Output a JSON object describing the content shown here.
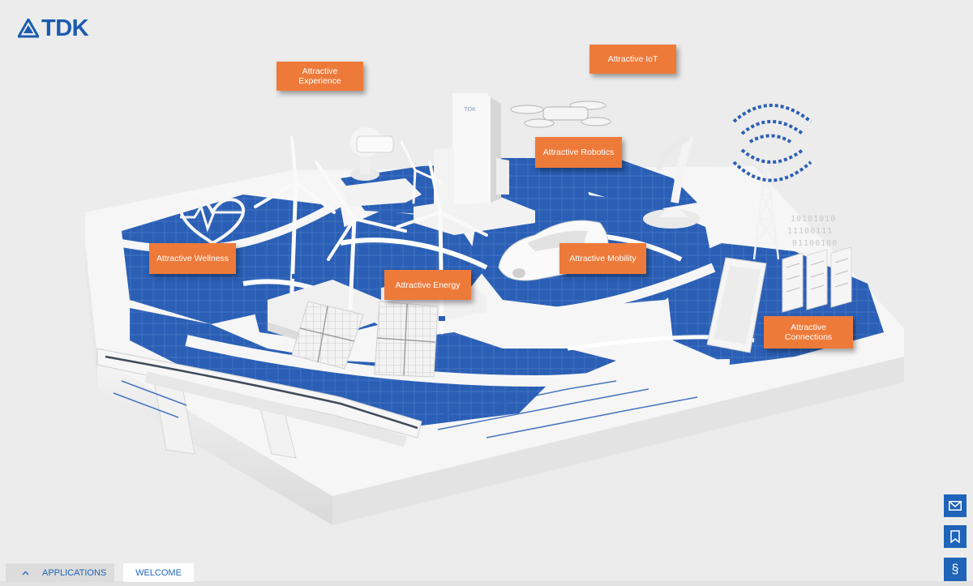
{
  "brand": {
    "logo_text": "TDK",
    "logo_icon": "tdk-triangle-logo-icon",
    "color": "#1a5bb0"
  },
  "colors": {
    "accent": "#ee7a3a",
    "blue": "#1e64b8",
    "blueprint": "#2a5fb5",
    "background": "#ececec"
  },
  "scene": {
    "tower_label": "TDK",
    "binary_lines": [
      "10101010",
      "11100111",
      "01100100"
    ]
  },
  "hotspots": {
    "experience": "Attractive Experience",
    "iot": "Attractive IoT",
    "robotics": "Attractive Robotics",
    "wellness": "Attractive Wellness",
    "mobility": "Attractive Mobility",
    "energy": "Attractive Energy",
    "connections": "Attractive Connections"
  },
  "side_actions": [
    {
      "icon": "mail-icon"
    },
    {
      "icon": "bookmark-icon"
    },
    {
      "icon": "section-sign-icon",
      "glyph": "§"
    }
  ],
  "bottom_nav": {
    "applications_label": "APPLICATIONS",
    "applications_icon": "chevron-up-icon",
    "welcome_label": "WELCOME"
  }
}
